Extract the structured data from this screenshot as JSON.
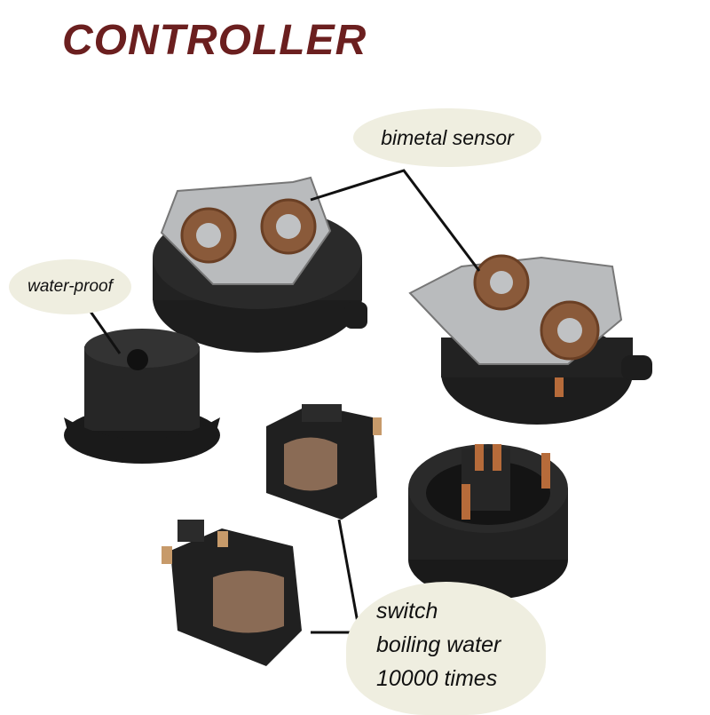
{
  "title": "CONTROLLER",
  "callouts": {
    "bimetal": "bimetal sensor",
    "waterproof": "water-proof",
    "switch_lines": [
      "switch",
      "boiling water",
      "10000 times"
    ]
  },
  "colors": {
    "title": "#6b1f1f",
    "callout_bg": "#efeee0",
    "plastic": "#1c1c1c",
    "metal": "#b9bbbd",
    "disc": "#8a5a3a",
    "copper": "#b66b3a"
  }
}
